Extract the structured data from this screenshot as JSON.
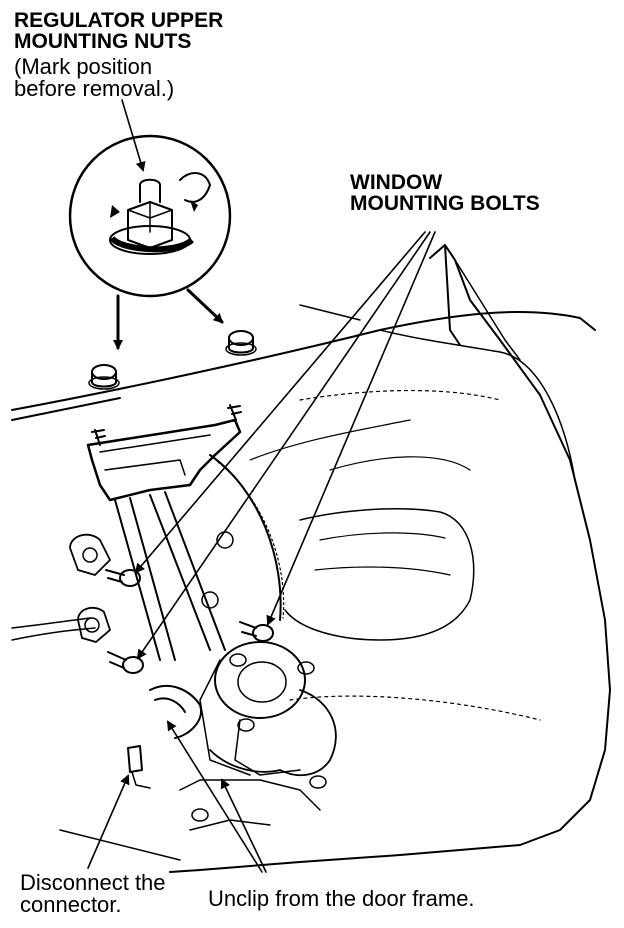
{
  "callouts": {
    "regulator": {
      "line1": "REGULATOR UPPER",
      "line2": "MOUNTING NUTS",
      "line3": "(Mark position",
      "line4": "before removal.)"
    },
    "window_bolts": {
      "line1": "WINDOW",
      "line2": "MOUNTING BOLTS"
    },
    "connector": {
      "line1": "Disconnect the",
      "line2": "connector."
    },
    "unclip": {
      "line1": "Unclip from the door frame."
    }
  },
  "colors": {
    "ink": "#000000",
    "background": "#ffffff"
  }
}
